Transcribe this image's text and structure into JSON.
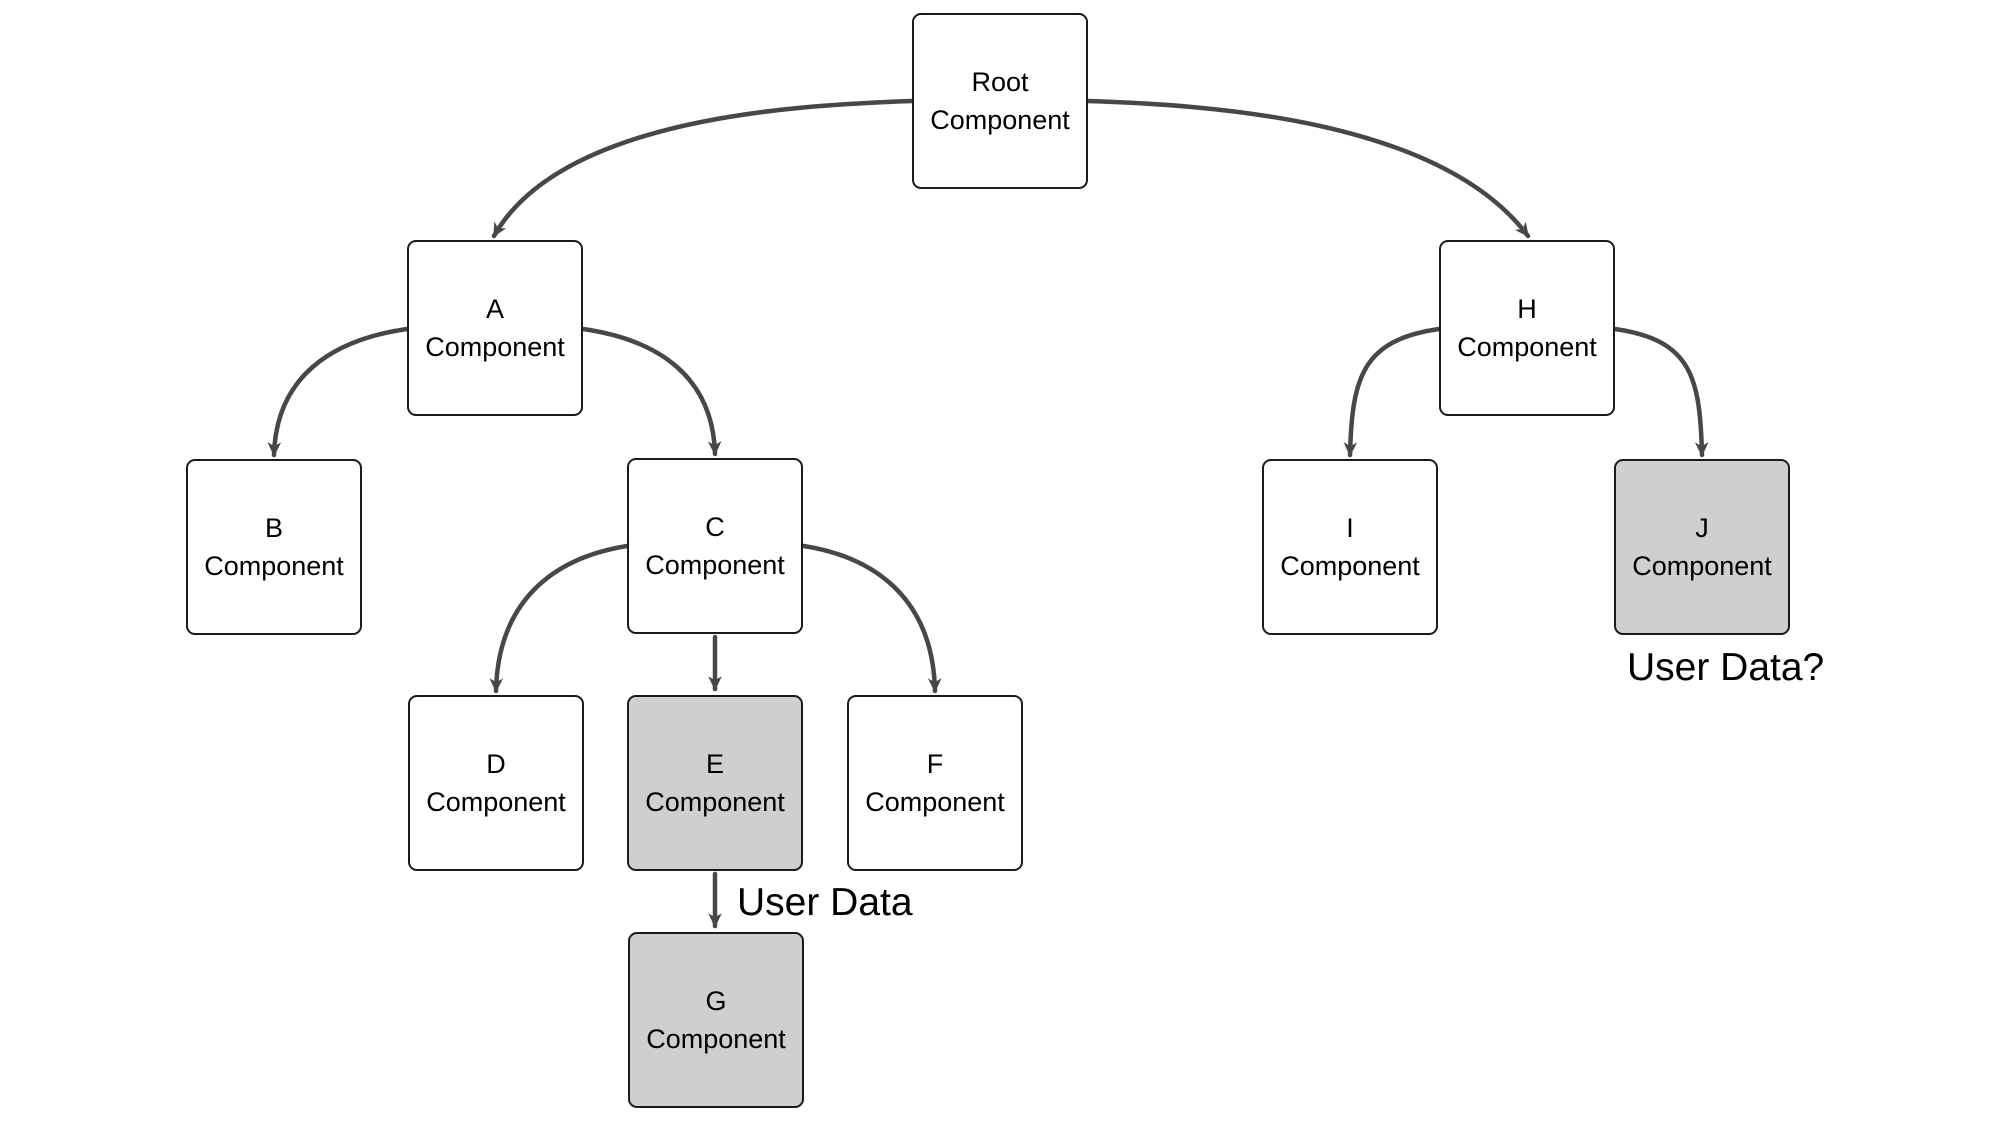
{
  "diagram": {
    "background_color": "#ffffff",
    "colors": {
      "node_fill": "#ffffff",
      "node_fill_shaded": "#d0cece",
      "node_border": "#1b1b1b",
      "arrow": "#474747",
      "text": "#000000"
    },
    "nodes": [
      {
        "id": "root",
        "line1": "Root",
        "line2": "Component",
        "shaded": false
      },
      {
        "id": "a",
        "line1": "A",
        "line2": "Component",
        "shaded": false
      },
      {
        "id": "h",
        "line1": "H",
        "line2": "Component",
        "shaded": false
      },
      {
        "id": "b",
        "line1": "B",
        "line2": "Component",
        "shaded": false
      },
      {
        "id": "c",
        "line1": "C",
        "line2": "Component",
        "shaded": false
      },
      {
        "id": "i",
        "line1": "I",
        "line2": "Component",
        "shaded": false
      },
      {
        "id": "j",
        "line1": "J",
        "line2": "Component",
        "shaded": true
      },
      {
        "id": "d",
        "line1": "D",
        "line2": "Component",
        "shaded": false
      },
      {
        "id": "e",
        "line1": "E",
        "line2": "Component",
        "shaded": true
      },
      {
        "id": "f",
        "line1": "F",
        "line2": "Component",
        "shaded": false
      },
      {
        "id": "g",
        "line1": "G",
        "line2": "Component",
        "shaded": true
      }
    ],
    "edges": [
      {
        "from": "root",
        "to": "a"
      },
      {
        "from": "root",
        "to": "h"
      },
      {
        "from": "a",
        "to": "b"
      },
      {
        "from": "a",
        "to": "c"
      },
      {
        "from": "h",
        "to": "i"
      },
      {
        "from": "h",
        "to": "j"
      },
      {
        "from": "c",
        "to": "d"
      },
      {
        "from": "c",
        "to": "e"
      },
      {
        "from": "c",
        "to": "f"
      },
      {
        "from": "e",
        "to": "g"
      }
    ],
    "annotations": [
      {
        "id": "user-data",
        "text": "User Data"
      },
      {
        "id": "user-data-question",
        "text": "User Data?"
      }
    ]
  }
}
